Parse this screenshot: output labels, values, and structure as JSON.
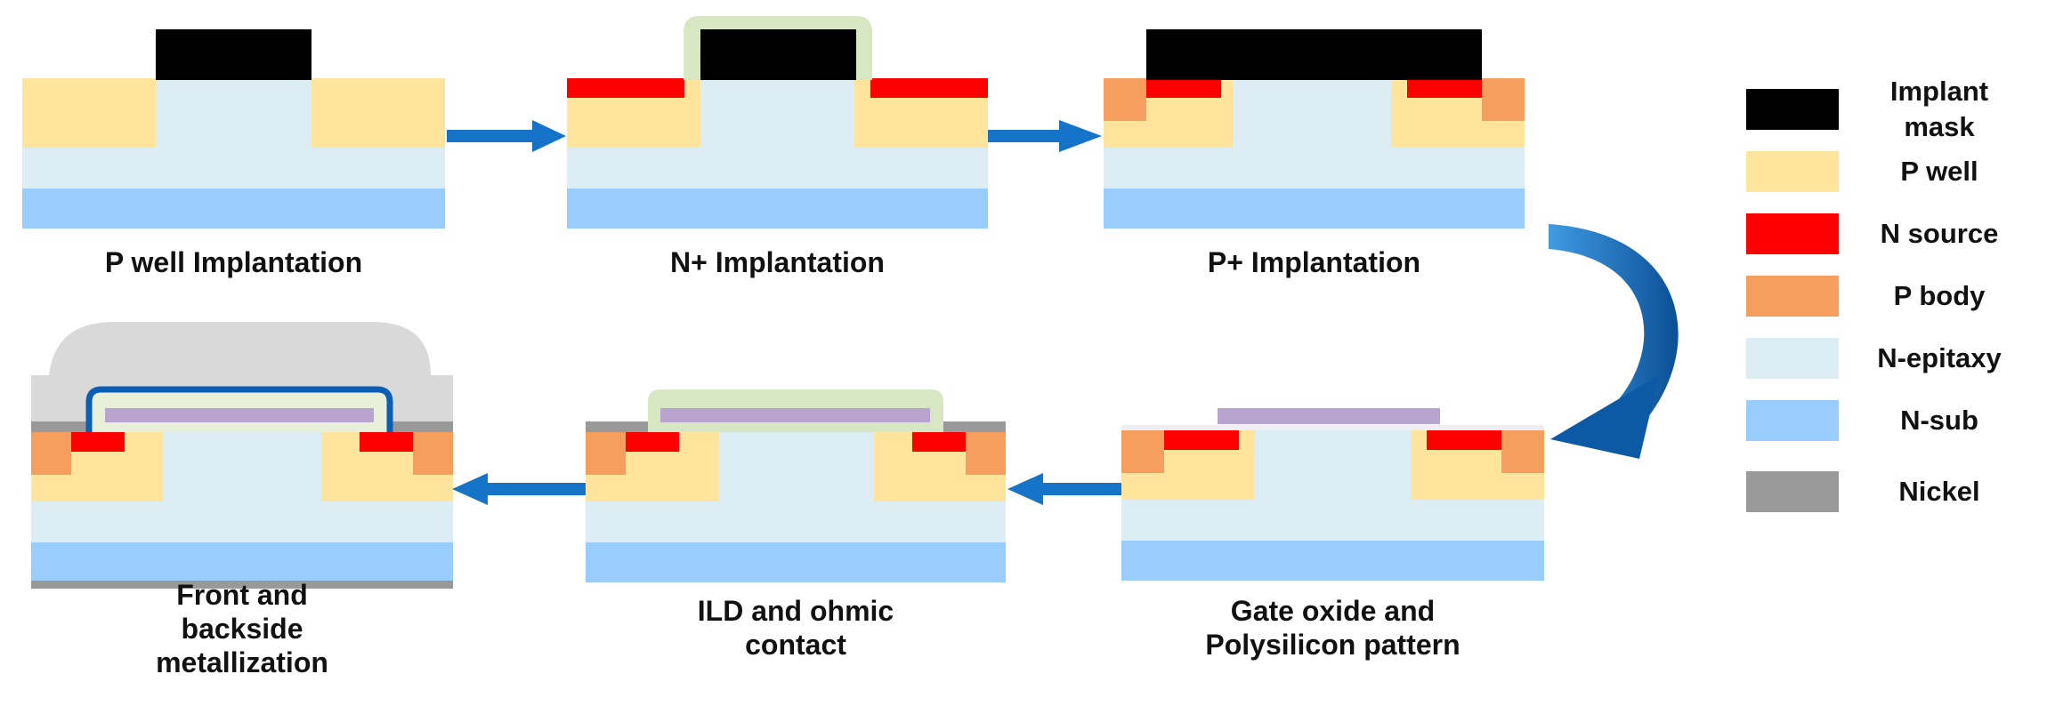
{
  "colors": {
    "implant_mask": "#000000",
    "p_well": "#FEE49C",
    "n_source": "#FF0000",
    "p_body": "#F59E5E",
    "n_epitaxy": "#DCEEF4",
    "n_sub": "#99CCFF",
    "nickel": "#999999",
    "oxide_halo": "#D8E7C3",
    "polysilicon": "#B9A3CF",
    "metal": "#D9D9D9",
    "blue_line": "#0A5FB4",
    "arrow": "#1574C7",
    "arrow_dark": "#0C5AA6"
  },
  "steps": [
    {
      "label": "P well Implantation"
    },
    {
      "label": "N+ Implantation"
    },
    {
      "label": "P+ Implantation"
    },
    {
      "label": "Gate oxide and\nPolysilicon pattern"
    },
    {
      "label": "ILD and ohmic\ncontact"
    },
    {
      "label": "Front and\nbackside\nmetallization"
    }
  ],
  "legend": [
    {
      "label": "Implant\nmask",
      "color": "#000000"
    },
    {
      "label": "P well",
      "color": "#FEE49C"
    },
    {
      "label": "N source",
      "color": "#FF0000"
    },
    {
      "label": "P body",
      "color": "#F59E5E"
    },
    {
      "label": "N-epitaxy",
      "color": "#DCEEF4"
    },
    {
      "label": "N-sub",
      "color": "#99CCFF"
    },
    {
      "label": "Nickel",
      "color": "#999999"
    }
  ]
}
